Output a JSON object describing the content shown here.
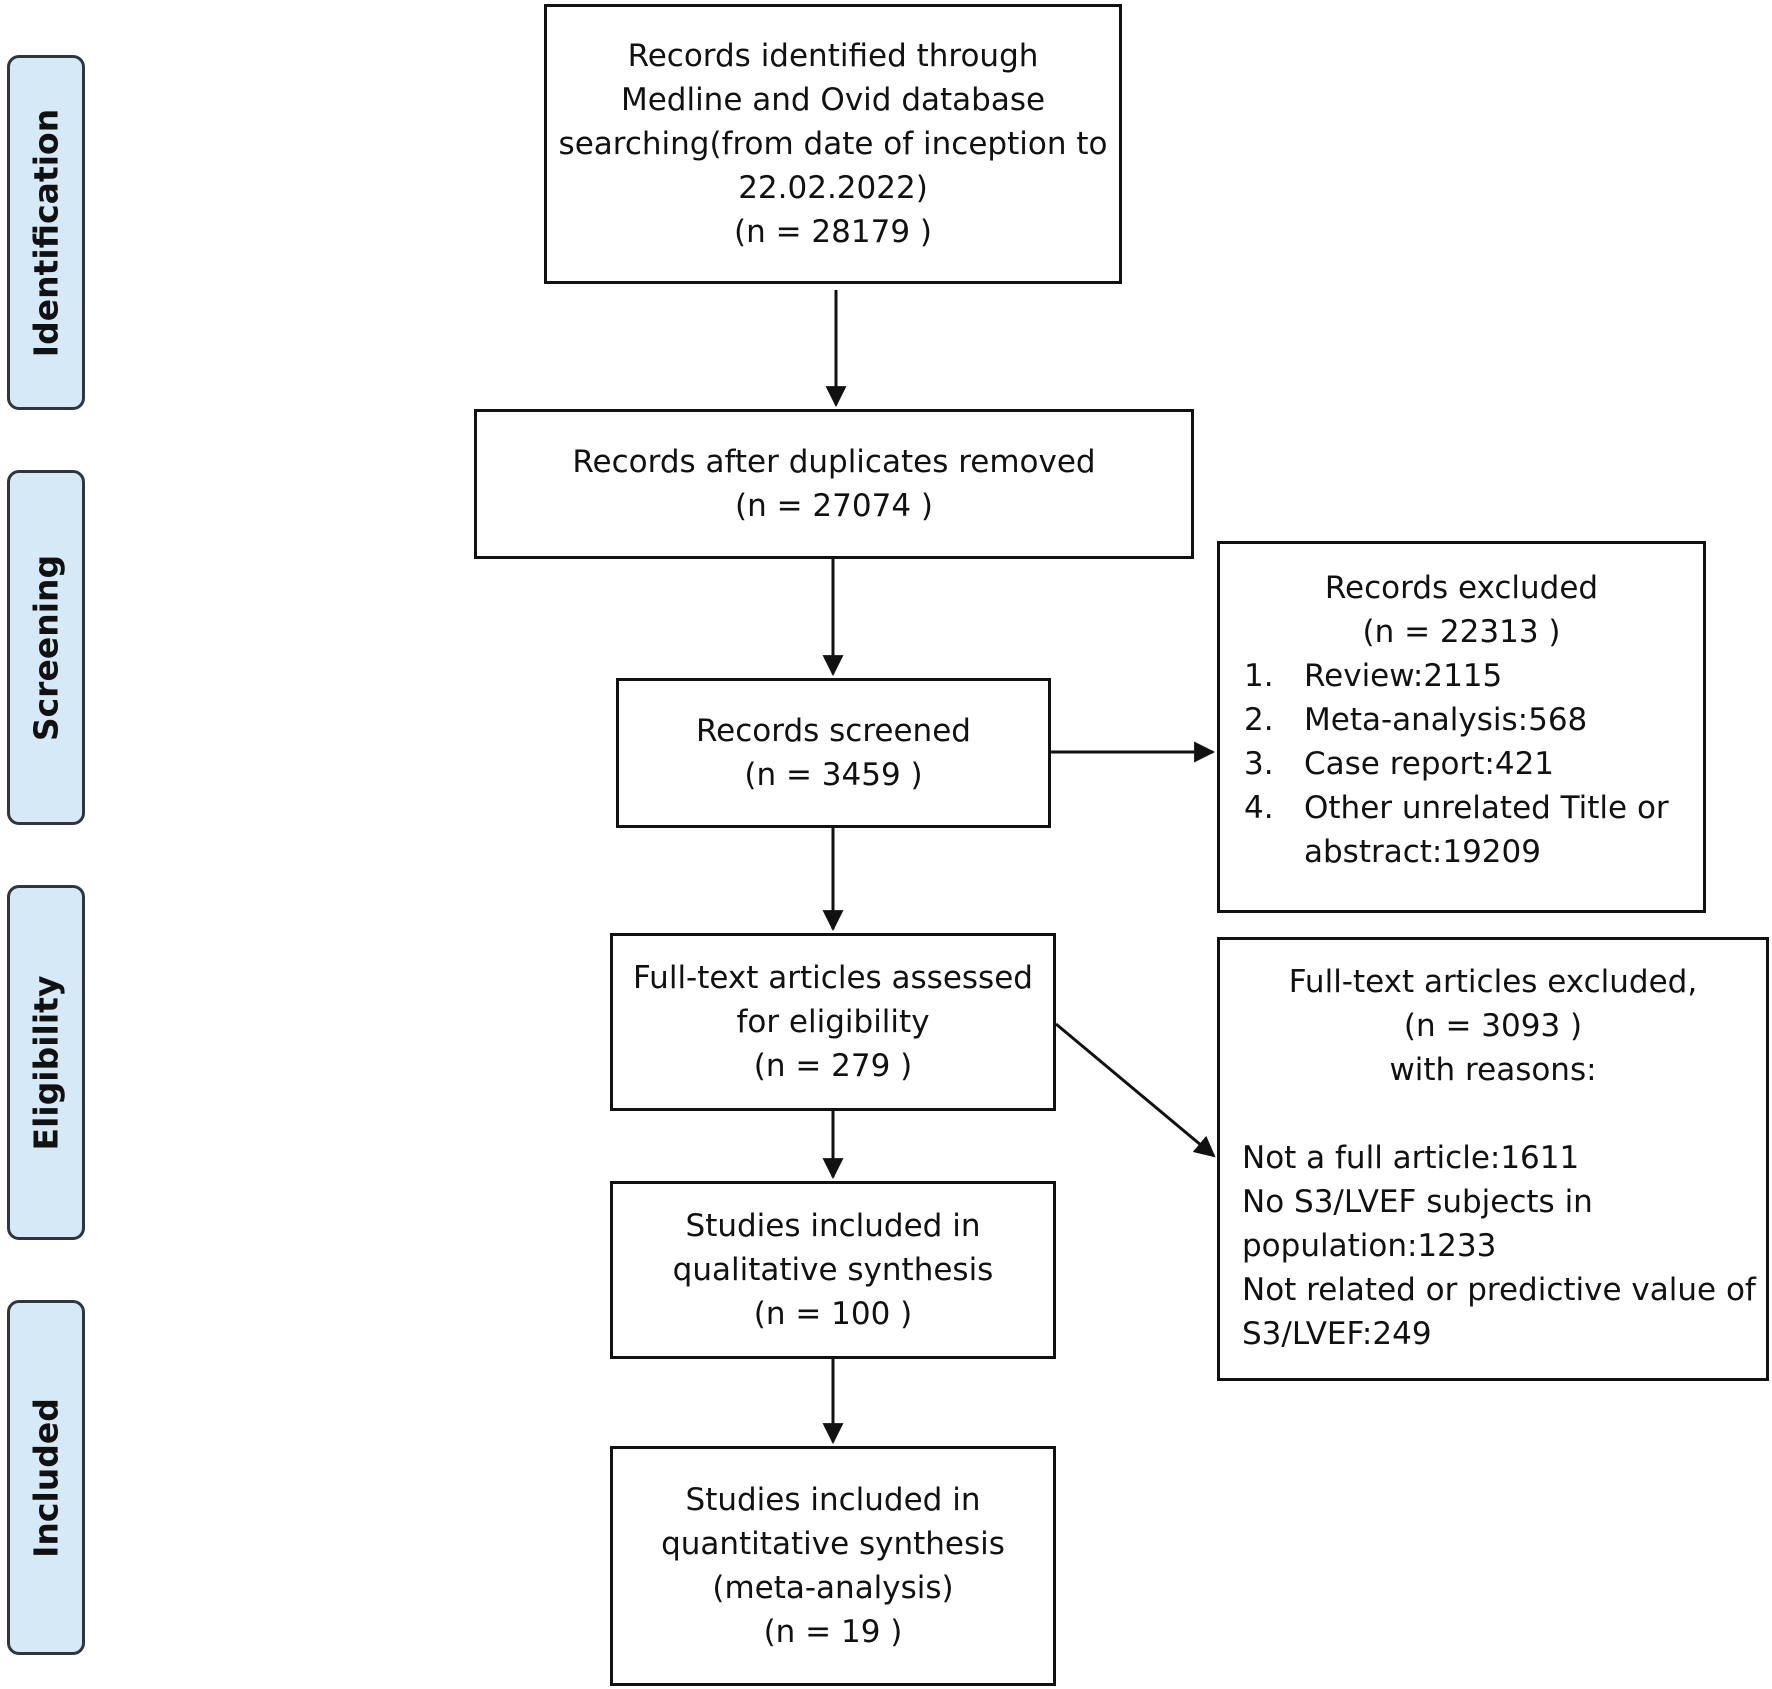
{
  "phases": {
    "identification": "Identification",
    "screening": "Screening",
    "eligibility": "Eligibility",
    "included": "Included"
  },
  "boxes": {
    "identified": {
      "lines": [
        "Records identified through",
        "Medline and Ovid database",
        "searching(from date of inception to",
        "22.02.2022)",
        "(n = 28179 )"
      ]
    },
    "duplicates_removed": {
      "lines": [
        "Records after duplicates removed",
        "(n = 27074 )"
      ]
    },
    "screened": {
      "lines": [
        "Records screened",
        "(n = 3459 )"
      ]
    },
    "records_excluded": {
      "title": "Records excluded",
      "count": "(n = 22313 )",
      "items": [
        {
          "num": "1.",
          "text": "Review:2115"
        },
        {
          "num": "2.",
          "text": "Meta-analysis:568"
        },
        {
          "num": "3.",
          "text": "Case report:421"
        },
        {
          "num": "4.",
          "text": "Other unrelated Title or abstract:19209"
        }
      ]
    },
    "fulltext_assessed": {
      "lines": [
        "Full-text articles assessed",
        "for eligibility",
        "(n = 279 )"
      ]
    },
    "fulltext_excluded": {
      "header_lines": [
        "Full-text articles excluded,",
        "(n = 3093 )",
        "with reasons:"
      ],
      "reason_lines": [
        "Not a full article:1611",
        "No S3/LVEF subjects in",
        "population:1233",
        "Not related or predictive value of",
        "S3/LVEF:249"
      ]
    },
    "qualitative": {
      "lines": [
        "Studies included in",
        "qualitative synthesis",
        "(n = 100 )"
      ]
    },
    "quantitative": {
      "lines": [
        "Studies included in",
        "quantitative synthesis",
        "(meta-analysis)",
        "(n = 19 )"
      ]
    }
  }
}
